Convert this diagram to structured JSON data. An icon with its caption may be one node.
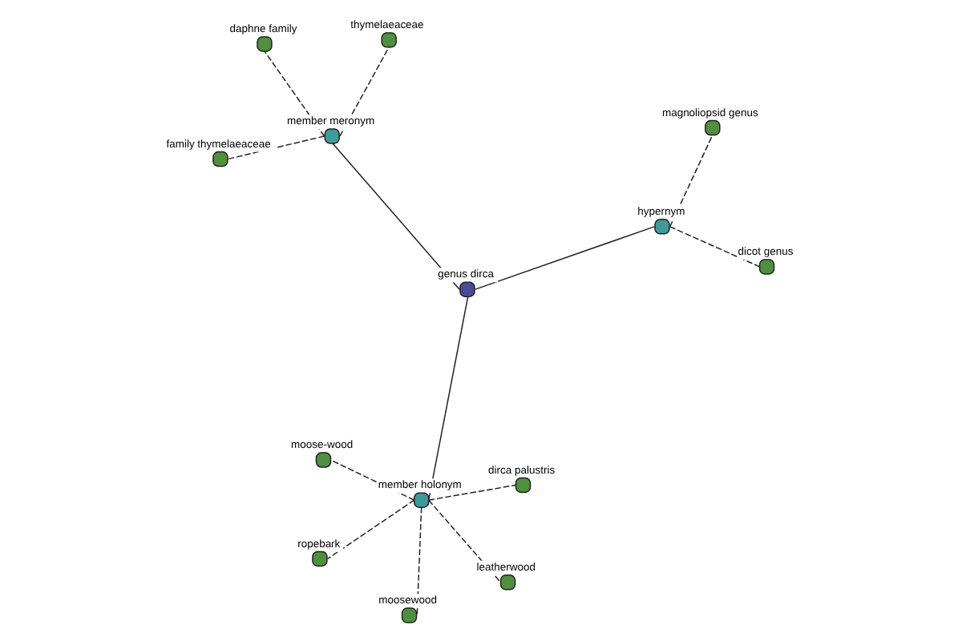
{
  "diagram": {
    "nodes": [
      {
        "text": [
          "genus dirca"
        ]
      },
      {
        "text": [
          "hypernym"
        ]
      },
      {
        "text": [
          "member holonym"
        ]
      },
      {
        "text": [
          "member meronym"
        ]
      },
      {
        "text": [
          "dicot genus"
        ]
      },
      {
        "text": [
          "magnoliopsid genus"
        ]
      },
      {
        "text": [
          "ropebark"
        ]
      },
      {
        "text": [
          "leatherwood"
        ]
      },
      {
        "text": [
          "moose-wood"
        ]
      },
      {
        "text": [
          "moosewood"
        ]
      },
      {
        "text": [
          "dirca palustris"
        ]
      },
      {
        "text": [
          "family thymelaeaceae"
        ]
      },
      {
        "text": [
          "thymelaeaceae"
        ]
      },
      {
        "text": [
          "daphne family"
        ]
      }
    ],
    "edges": [
      {
        "from": 0,
        "to": 1,
        "arrow": "none"
      },
      {
        "from": 0,
        "to": 2,
        "arrow": "none"
      },
      {
        "from": 0,
        "to": 3,
        "arrow": "none"
      },
      {
        "from": 1,
        "to": 4,
        "arrow": "none",
        "style": "dashed"
      },
      {
        "from": 1,
        "to": 5,
        "arrow": "none",
        "style": "dashed"
      },
      {
        "from": 2,
        "to": 6,
        "arrow": "none",
        "style": "dashed"
      },
      {
        "from": 2,
        "to": 7,
        "arrow": "none",
        "style": "dashed"
      },
      {
        "from": 2,
        "to": 8,
        "arrow": "none",
        "style": "dashed"
      },
      {
        "from": 2,
        "to": 9,
        "arrow": "none",
        "style": "dashed"
      },
      {
        "from": 2,
        "to": 10,
        "arrow": "none",
        "style": "dashed"
      },
      {
        "from": 3,
        "to": 11,
        "arrow": "none",
        "style": "dashed"
      },
      {
        "from": 3,
        "to": 12,
        "arrow": "none",
        "style": "dashed"
      },
      {
        "from": 3,
        "to": 13,
        "arrow": "none",
        "style": "dashed"
      }
    ]
  }
}
